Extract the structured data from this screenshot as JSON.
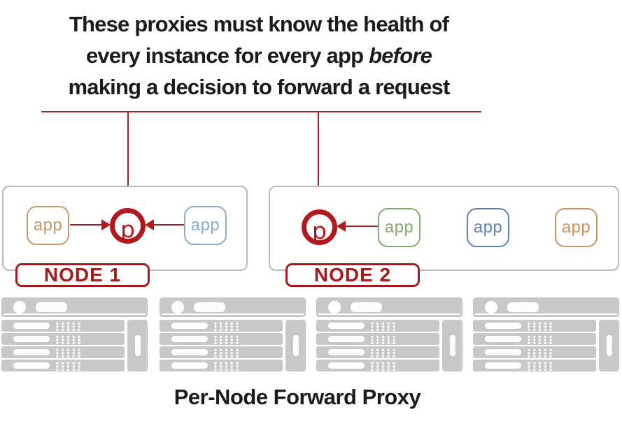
{
  "annotation": {
    "line1": "These proxies must know the health of",
    "line2_pre": "every instance for every app ",
    "line2_italic": "before",
    "line3": "making a decision to forward a request"
  },
  "caption": "Per-Node Forward Proxy",
  "nodes": [
    {
      "label": "NODE 1",
      "proxy": {
        "label": "p"
      },
      "apps": [
        {
          "label": "app",
          "color": "#c9986a"
        },
        {
          "label": "app",
          "color": "#8aabc9"
        }
      ]
    },
    {
      "label": "NODE 2",
      "proxy": {
        "label": "p"
      },
      "apps": [
        {
          "label": "app",
          "color": "#85a96d"
        },
        {
          "label": "app",
          "color": "#5d83b5"
        },
        {
          "label": "app",
          "color": "#c8925f"
        }
      ]
    }
  ],
  "racks": {
    "count": 4
  },
  "colors": {
    "callout_line": "#9a2723",
    "proxy_red": "#b2191e",
    "node_label_red": "#a31b1c",
    "node_border_gray": "#b9b9b9",
    "rack_gray": "#c8c8c8",
    "text_black": "#1b1b1b"
  }
}
